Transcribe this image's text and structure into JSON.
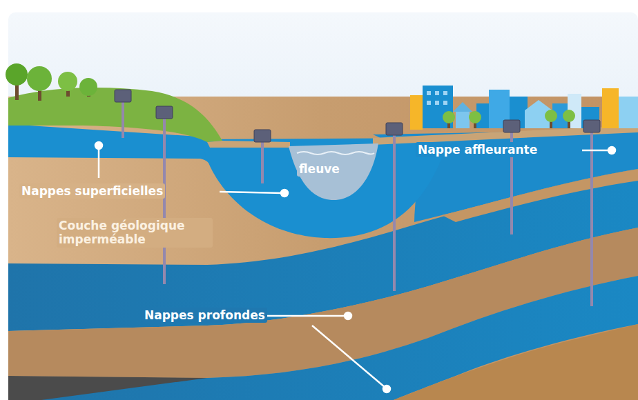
{
  "diagram": {
    "labels": [
      "Nappe affleurante",
      "fleuve",
      "Nappes superficielles",
      "Couche géologique imperméable",
      "Nappes profondes"
    ]
  }
}
